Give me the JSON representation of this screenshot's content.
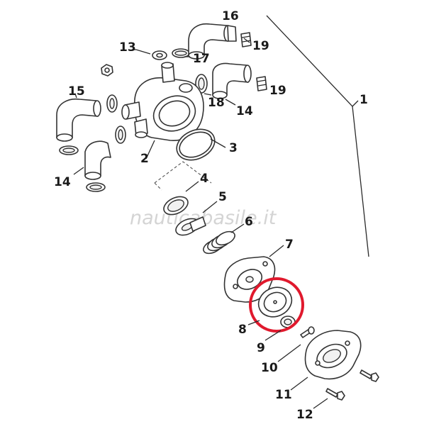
{
  "watermark": "nauticabasile.it",
  "callouts": {
    "c1": "1",
    "c2": "2",
    "c3": "3",
    "c4": "4",
    "c5": "5",
    "c6": "6",
    "c7": "7",
    "c8": "8",
    "c9": "9",
    "c10": "10",
    "c11": "11",
    "c12": "12",
    "c13": "13",
    "c14a": "14",
    "c14b": "14",
    "c15": "15",
    "c16": "16",
    "c17": "17",
    "c18": "18",
    "c19a": "19",
    "c19b": "19"
  },
  "colors": {
    "highlight_circle": "#e0192d",
    "line": "#333333",
    "watermark": "#d4d4d4"
  }
}
